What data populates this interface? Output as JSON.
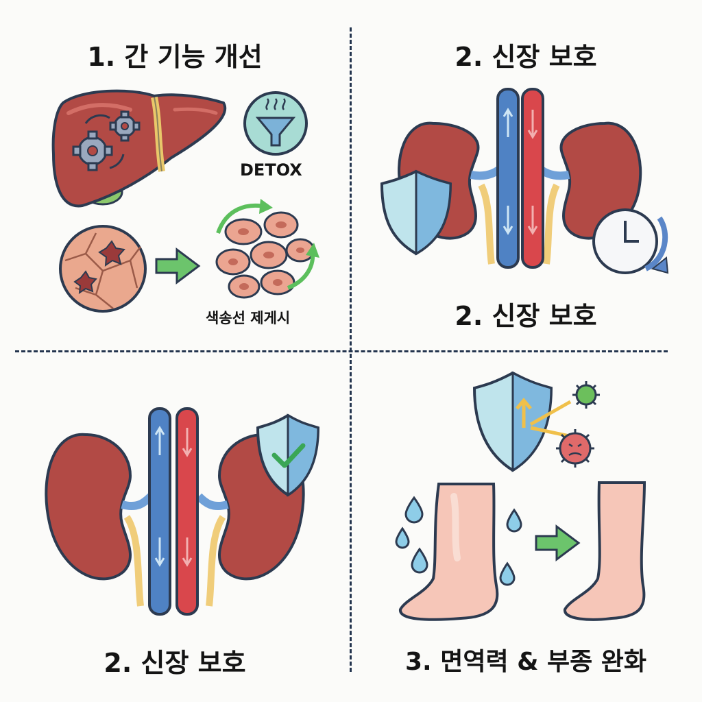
{
  "panels": {
    "liver": {
      "title": "1. 간 기능 개선",
      "detox_label": "DETOX",
      "cell_label": "색송선 제게시"
    },
    "kidney_top": {
      "title_top": "2. 신장 보호",
      "title_bottom": "2. 신장 보호"
    },
    "kidney_bottom": {
      "title": "2. 신장 보호"
    },
    "immune": {
      "title": "3. 면역력 & 부종 완화"
    }
  },
  "icons": [
    "liver-icon",
    "gear-icon",
    "detox-funnel-icon",
    "damaged-cell-icon",
    "healthy-cells-icon",
    "kidney-icon",
    "shield-icon",
    "clock-icon",
    "checkmark-shield-icon",
    "virus-icon",
    "water-drop-icon",
    "swollen-leg-icon",
    "healthy-leg-icon",
    "arrow-right-icon"
  ],
  "colors": {
    "divider": "#23344e",
    "organ": "#b24a45",
    "vein": "#4f82c4",
    "artery": "#d9474c",
    "arrow_green": "#4cb85c",
    "shield": "#8ec8e2"
  }
}
